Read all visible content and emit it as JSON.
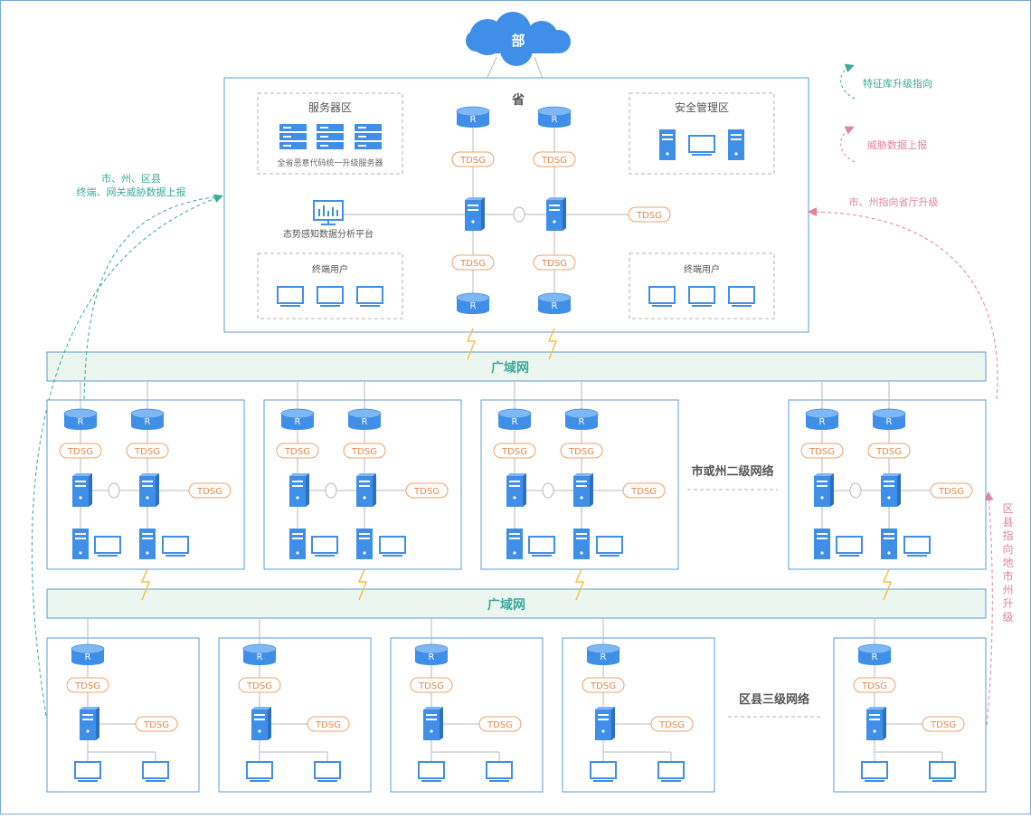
{
  "top": {
    "ministry_label": "部"
  },
  "province": {
    "title": "省",
    "server_zone": {
      "title": "服务器区",
      "caption": "全省恶意代码统一升级服务器"
    },
    "security_zone": {
      "title": "安全管理区"
    },
    "platform_label": "态势感知数据分析平台",
    "terminal_left": "终端用户",
    "terminal_right": "终端用户"
  },
  "labels": {
    "router": "R",
    "tdsg": "TDSG"
  },
  "wan": {
    "upper": "广域网",
    "lower": "广域网"
  },
  "levels": {
    "city": "市或州二级网络",
    "county": "区县三级网络"
  },
  "legend": {
    "feature_upgrade": "特征库升级指向",
    "threat_report": "威胁数据上报",
    "feature_color": "#3aaa99",
    "threat_color": "#e0849c"
  },
  "annotations": {
    "left_line1": "市、州、区县",
    "left_line2": "终端、网关威胁数据上报",
    "right_top": "市、州指向省厅升级",
    "right_vertical": "区县指向地市州升级"
  }
}
